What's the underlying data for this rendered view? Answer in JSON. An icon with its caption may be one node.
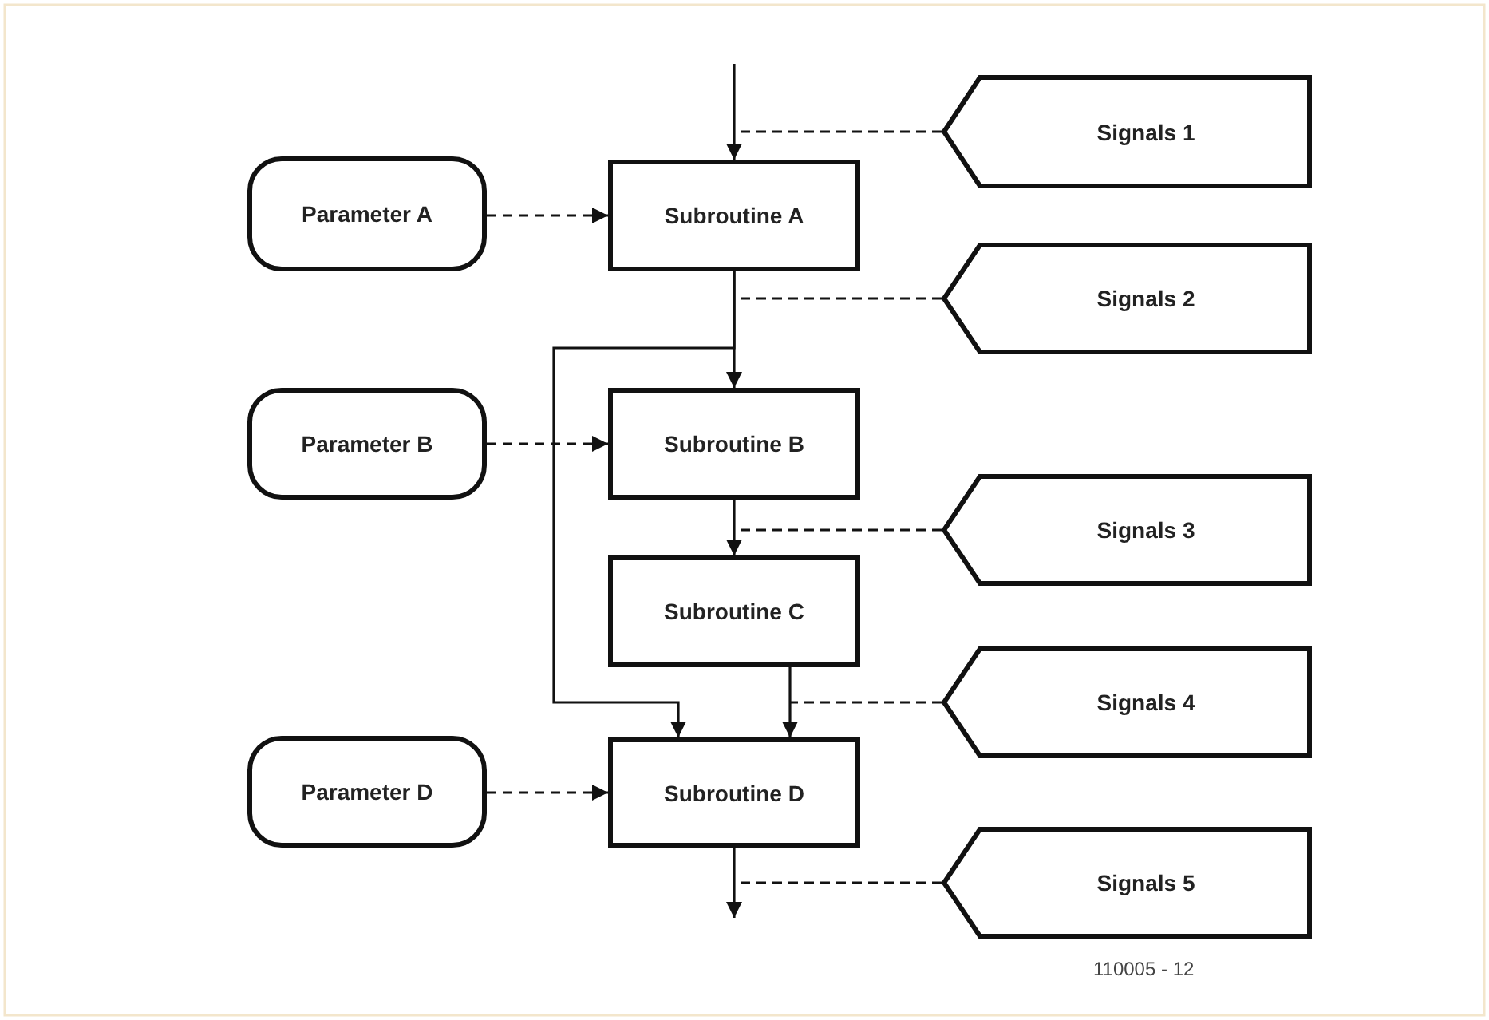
{
  "diagram": {
    "nodes": [
      {
        "text": [
          "Parameter A"
        ]
      },
      {
        "text": [
          "Subroutine A"
        ]
      },
      {
        "text": [
          "Signals 1"
        ]
      },
      {
        "text": [
          "Signals 2"
        ]
      },
      {
        "text": [
          "Parameter B"
        ]
      },
      {
        "text": [
          "Subroutine B"
        ]
      },
      {
        "text": [
          "Signals 3"
        ]
      },
      {
        "text": [
          "Subroutine C"
        ]
      },
      {
        "text": [
          "Signals 4"
        ]
      },
      {
        "text": [
          "Parameter D"
        ]
      },
      {
        "text": [
          "Subroutine D"
        ]
      },
      {
        "text": [
          "Signals 5"
        ]
      }
    ],
    "edges": [
      {
        "from": null,
        "to": 1,
        "arrow": "to"
      },
      {
        "from": 2,
        "to": null,
        "arrow": "none",
        "style": "dashed"
      },
      {
        "from": 0,
        "to": 1,
        "arrow": "to",
        "style": "dashed"
      },
      {
        "from": 1,
        "to": 5,
        "arrow": "to"
      },
      {
        "from": 1,
        "to": 10,
        "arrow": "to"
      },
      {
        "from": 3,
        "to": null,
        "arrow": "none",
        "style": "dashed"
      },
      {
        "from": 4,
        "to": 5,
        "arrow": "to",
        "style": "dashed"
      },
      {
        "from": 5,
        "to": 7,
        "arrow": "to"
      },
      {
        "from": 6,
        "to": null,
        "arrow": "none",
        "style": "dashed"
      },
      {
        "from": 7,
        "to": 10,
        "arrow": "to"
      },
      {
        "from": 8,
        "to": null,
        "arrow": "none",
        "style": "dashed"
      },
      {
        "from": 9,
        "to": 10,
        "arrow": "to",
        "style": "dashed"
      },
      {
        "from": 10,
        "to": null,
        "arrow": "to"
      },
      {
        "from": 11,
        "to": null,
        "arrow": "none",
        "style": "dashed"
      }
    ],
    "labels": [
      "110005 - 12"
    ]
  }
}
